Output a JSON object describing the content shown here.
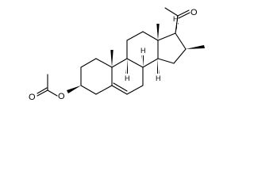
{
  "diagram": {
    "type": "chemical-structure",
    "atom_labels": {
      "ester_oxygen": "O",
      "ester_carbonyl_oxygen": "O",
      "ketone_oxygen": "O",
      "h_c8": "H",
      "h_c9": "H",
      "h_c14": "H",
      "h_c17": "H"
    }
  }
}
